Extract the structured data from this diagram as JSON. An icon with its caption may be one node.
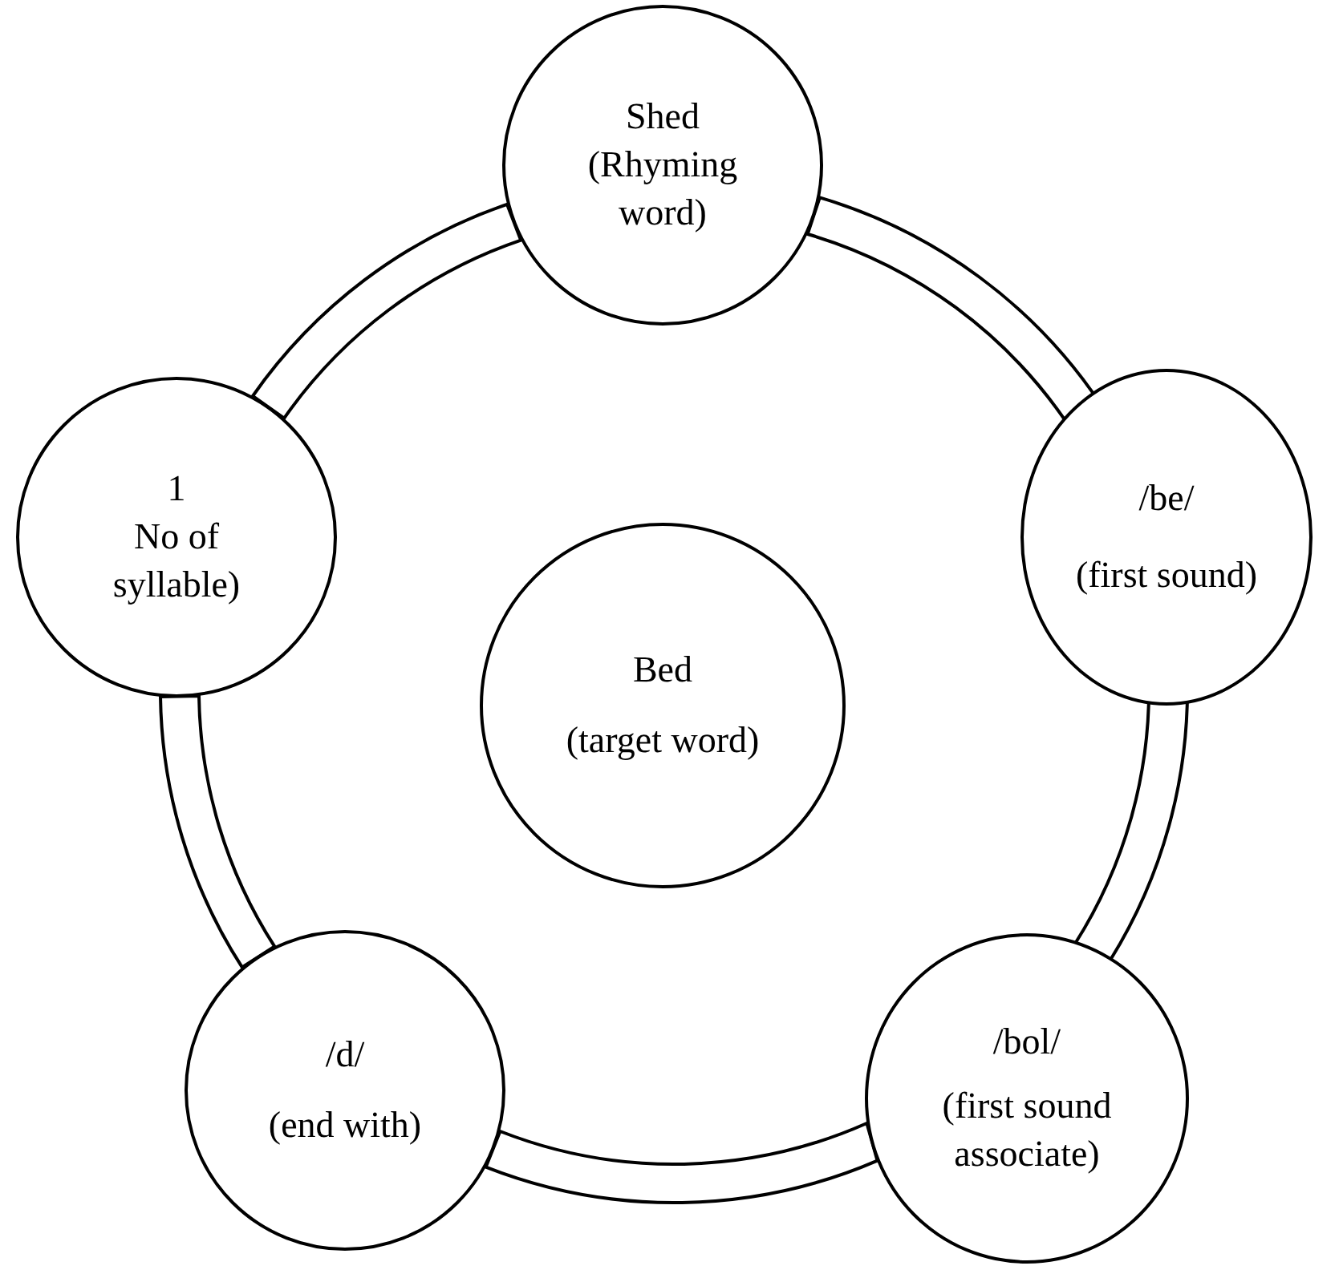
{
  "diagram": {
    "nodes": [
      {
        "text": [
          "Shed",
          "(Rhyming word)"
        ]
      },
      {
        "text": [
          "/be/",
          "(first sound)"
        ]
      },
      {
        "text": [
          "/bol/",
          "(first sound associate)"
        ]
      },
      {
        "text": [
          "/d/",
          "(end with)"
        ]
      },
      {
        "text": [
          "1",
          "No of syllable)"
        ]
      },
      {
        "text": [
          "Bed",
          "(target word)"
        ]
      }
    ],
    "edges": [
      {
        "from": 0,
        "to": 1,
        "arrow": "none"
      },
      {
        "from": 1,
        "to": 2,
        "arrow": "none"
      },
      {
        "from": 2,
        "to": 3,
        "arrow": "none"
      },
      {
        "from": 3,
        "to": 4,
        "arrow": "none"
      },
      {
        "from": 4,
        "to": 0,
        "arrow": "none"
      }
    ]
  }
}
